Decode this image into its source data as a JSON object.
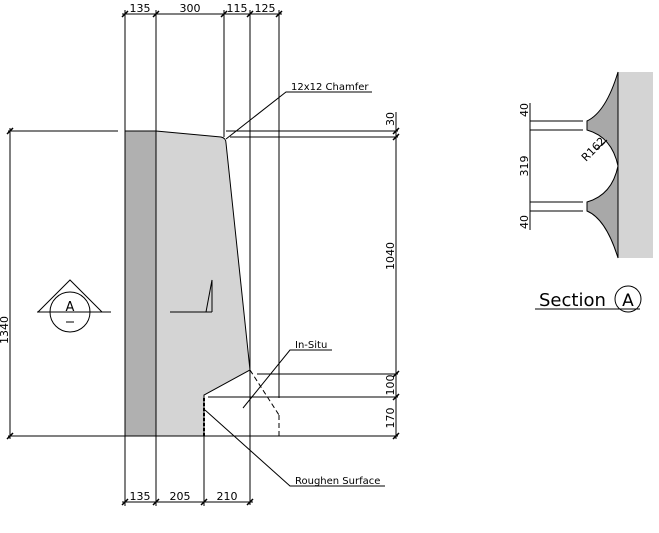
{
  "top_dims": [
    "135",
    "300",
    "115",
    "125"
  ],
  "bottom_dims": [
    "135",
    "205",
    "210"
  ],
  "left_dim": "1340",
  "right_dims": [
    "30",
    "1040",
    "100",
    "170"
  ],
  "notes": {
    "chamfer": "12x12  Chamfer",
    "in_situ": "In-Situ",
    "roughen": "Roughen  Surface"
  },
  "section_marker": "A",
  "section": {
    "dims": [
      "40",
      "319",
      "40"
    ],
    "radius": "R162",
    "title": "Section",
    "letter": "A"
  },
  "colors": {
    "precast": "#b0b0b0",
    "insitu": "#d4d4d4"
  }
}
